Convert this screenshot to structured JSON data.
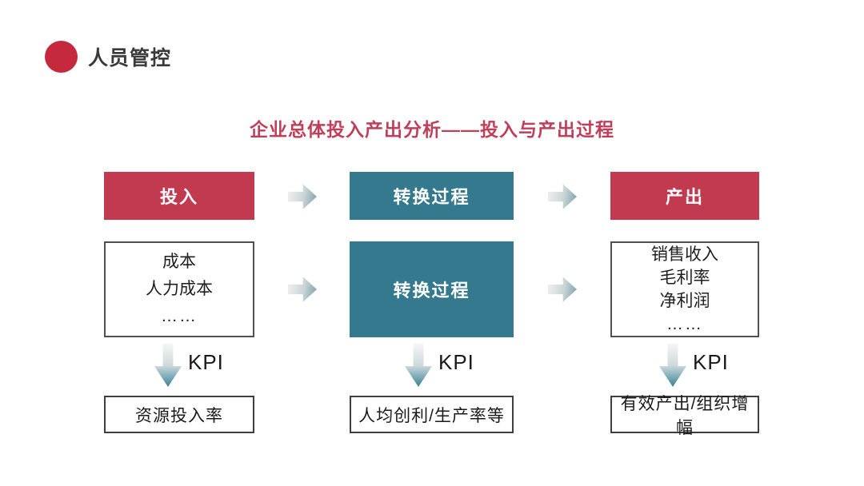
{
  "slide": {
    "section_label": "人员管控",
    "title": "企业总体投入产出分析——投入与产出过程"
  },
  "colors": {
    "bullet_red": "#c5293d",
    "crimson": "#c23a50",
    "title_red": "#c13e58",
    "teal": "#34798e"
  },
  "columns": [
    {
      "header": "投入",
      "items": [
        "成本",
        "人力成本",
        "……"
      ],
      "kpi": "KPI",
      "metric": "资源投入率"
    },
    {
      "header": "转换过程",
      "process_label": "转换过程",
      "kpi": "KPI",
      "metric": "人均创利/生产率等"
    },
    {
      "header": "产出",
      "items": [
        "销售收入",
        "毛利率",
        "净利润",
        "……"
      ],
      "kpi": "KPI",
      "metric": "有效产出/组织增幅"
    }
  ]
}
